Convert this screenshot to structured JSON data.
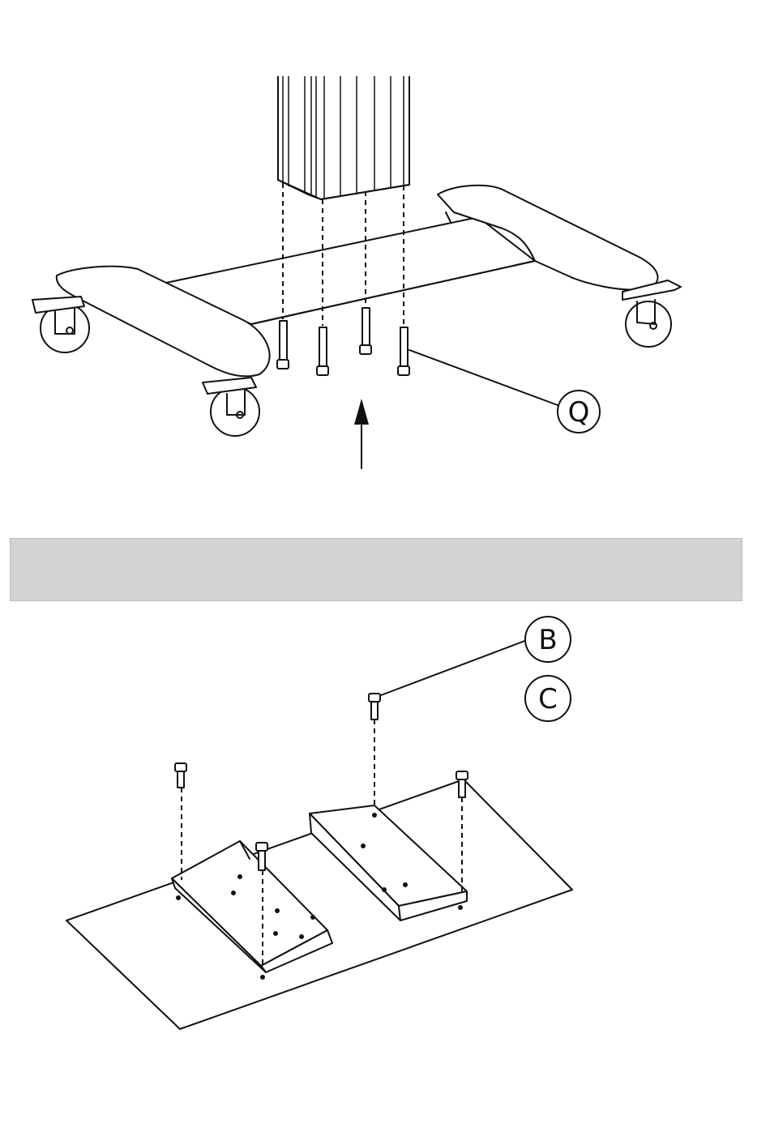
{
  "figure": {
    "callouts": [
      {
        "id": "q",
        "letter": "Q"
      },
      {
        "id": "b",
        "letter": "B"
      },
      {
        "id": "c",
        "letter": "C"
      }
    ],
    "colors": {
      "line": "#111111",
      "band": "#d3d3d3"
    }
  }
}
